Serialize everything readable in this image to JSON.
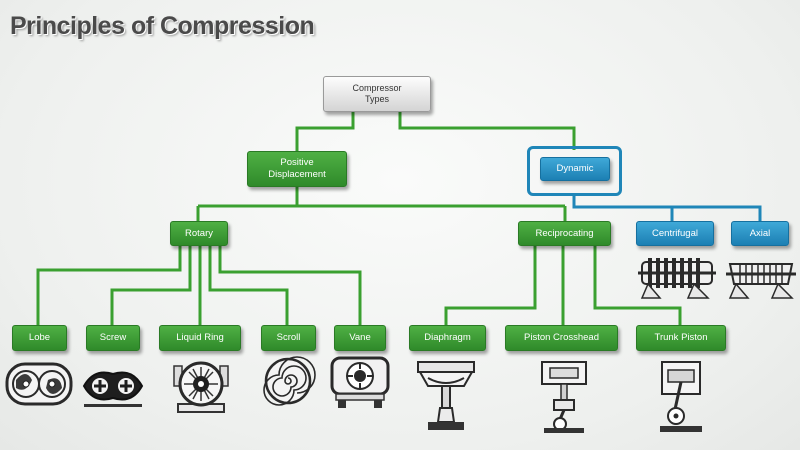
{
  "title": "Principles of Compression",
  "root": "Compressor\nTypes",
  "positive_displacement": "Positive\nDisplacement",
  "dynamic": "Dynamic",
  "rotary": "Rotary",
  "reciprocating": "Reciprocating",
  "centrifugal": "Centrifugal",
  "axial": "Axial",
  "rotary_types": [
    "Lobe",
    "Screw",
    "Liquid Ring",
    "Scroll",
    "Vane"
  ],
  "reciprocating_types": [
    "Diaphragm",
    "Piston Crosshead",
    "Trunk Piston"
  ],
  "icons": [
    "lobe-icon",
    "screw-icon",
    "liquid-ring-icon",
    "scroll-icon",
    "vane-icon",
    "diaphragm-icon",
    "piston-crosshead-icon",
    "trunk-piston-icon",
    "centrifugal-icon",
    "axial-icon"
  ],
  "colors": {
    "green": "#3a9c33",
    "blue": "#1f86b8",
    "line_green": "#3aa030",
    "line_blue": "#1f86b8"
  }
}
